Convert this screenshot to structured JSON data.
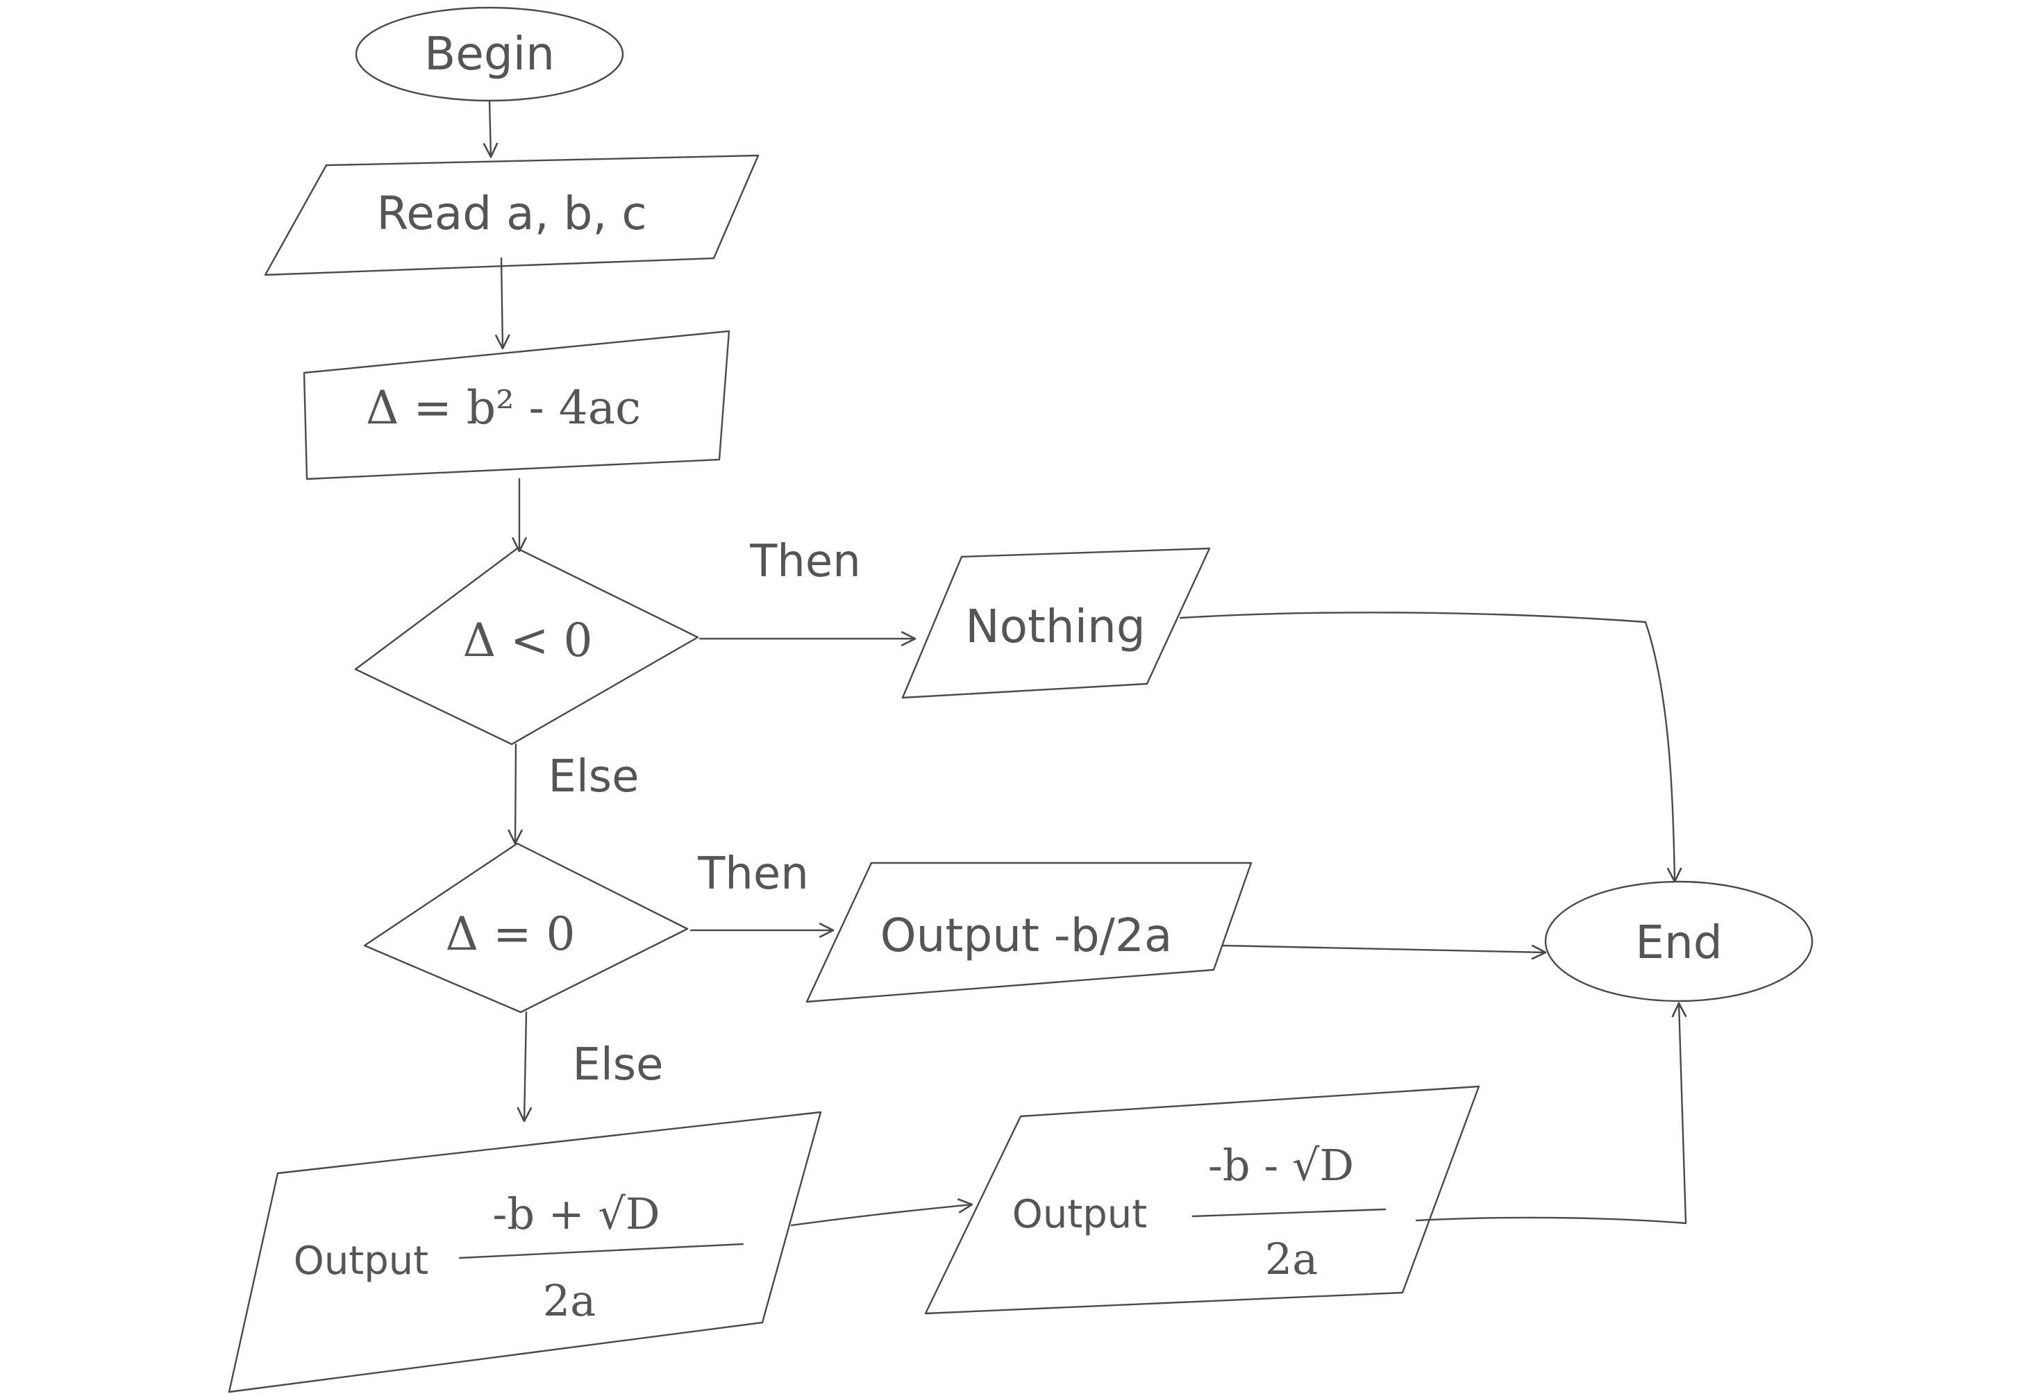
{
  "nodes": {
    "begin": {
      "label": "Begin"
    },
    "read": {
      "label": "Read a, b, c"
    },
    "compute": {
      "label": "Δ = b² - 4ac"
    },
    "decision1": {
      "label": "Δ < 0"
    },
    "nothing": {
      "label": "Nothing"
    },
    "decision2": {
      "label": "Δ = 0"
    },
    "output_single": {
      "label": "Output -b/2a"
    },
    "output_plus": {
      "prefix": "Output",
      "numerator": "-b + √D",
      "denominator": "2a"
    },
    "output_minus": {
      "prefix": "Output",
      "numerator": "-b - √D",
      "denominator": "2a"
    },
    "end": {
      "label": "End"
    }
  },
  "edge_labels": {
    "then_1": "Then",
    "else_1": "Else",
    "then_2": "Then",
    "else_2": "Else"
  },
  "colors": {
    "stroke": "#4a4a4a",
    "text": "#555555",
    "background": "#ffffff"
  }
}
